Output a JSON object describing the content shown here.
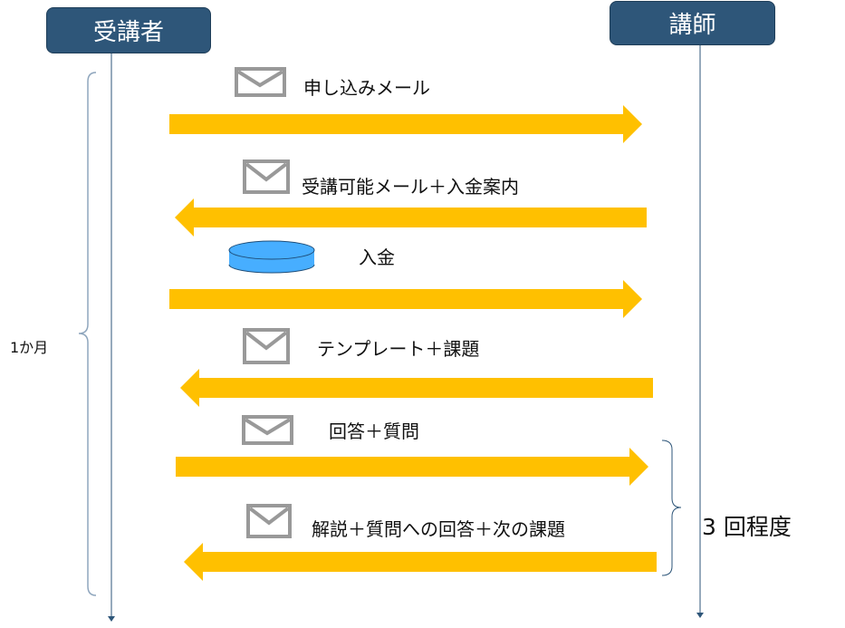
{
  "actors": {
    "student": "受講者",
    "teacher": "講師"
  },
  "messages": [
    {
      "label": "申し込みメール",
      "direction": "right",
      "icon": "envelope-icon"
    },
    {
      "label": "受講可能メール＋入金案内",
      "direction": "left",
      "icon": "envelope-icon"
    },
    {
      "label": "入金",
      "direction": "right",
      "icon": "coin-icon"
    },
    {
      "label": "テンプレート＋課題",
      "direction": "left",
      "icon": "envelope-icon"
    },
    {
      "label": "回答＋質問",
      "direction": "right",
      "icon": "envelope-icon"
    },
    {
      "label": "解説＋質問への回答＋次の課題",
      "direction": "left",
      "icon": "envelope-icon"
    }
  ],
  "brackets": {
    "period": "1か月",
    "repeat": "3 回程度"
  },
  "colors": {
    "arrow": "#ffc000",
    "actor": "#2e5679",
    "coin": "#47aeff",
    "envelope": "#999999"
  }
}
